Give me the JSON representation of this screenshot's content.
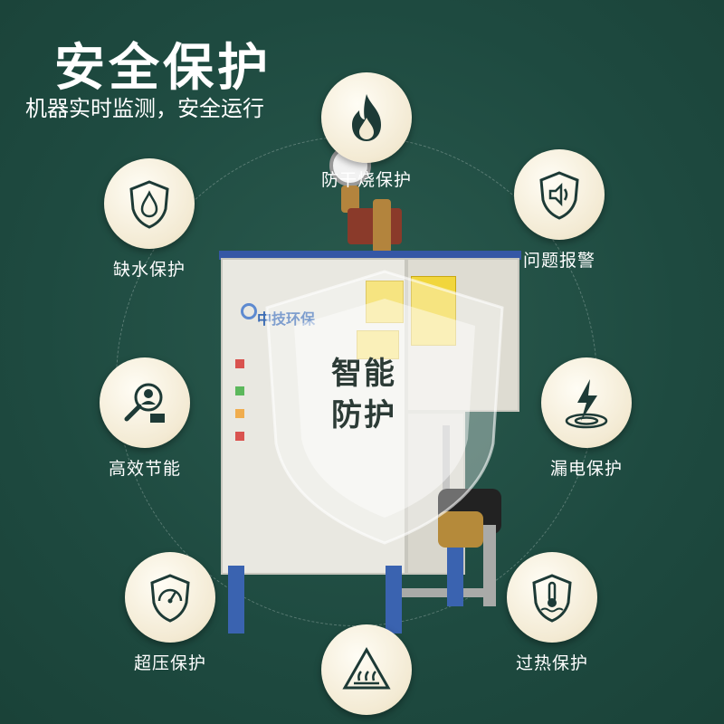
{
  "header": {
    "title": "安全保护",
    "subtitle": "机器实时监测，安全运行"
  },
  "machine": {
    "brand": "中技环保"
  },
  "center": {
    "line1": "智能",
    "line2": "防护"
  },
  "features": [
    {
      "label": "防干烧保护",
      "icon": "flame-icon"
    },
    {
      "label": "问题报警",
      "icon": "speaker-alarm-icon"
    },
    {
      "label": "漏电保护",
      "icon": "lightning-icon"
    },
    {
      "label": "过热保护",
      "icon": "thermometer-icon"
    },
    {
      "label": "",
      "icon": "heat-warning-icon"
    },
    {
      "label": "超压保护",
      "icon": "pressure-gauge-icon"
    },
    {
      "label": "高效节能",
      "icon": "magnifier-user-icon"
    },
    {
      "label": "缺水保护",
      "icon": "water-drop-icon"
    }
  ],
  "colors": {
    "background": "#1e4a40",
    "icon_dark": "#1d3a36",
    "badge": "#f3ead3",
    "accent": "#3557a5"
  }
}
